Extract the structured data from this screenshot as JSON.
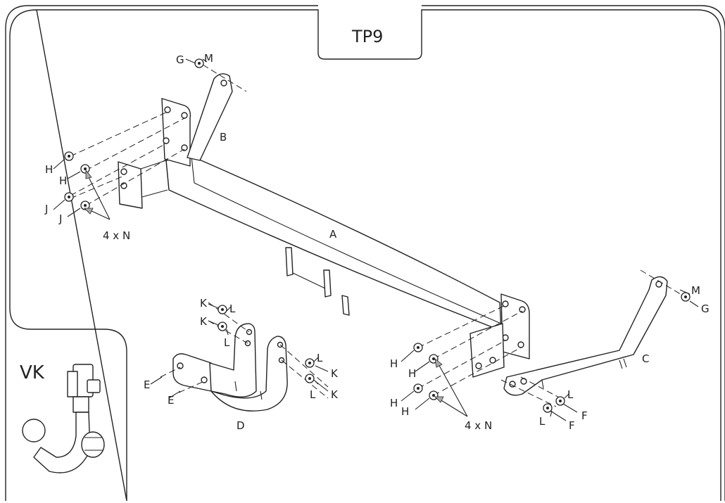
{
  "title": "TP9",
  "inset_label": "VK",
  "parts": {
    "A": "A",
    "B": "B",
    "C": "C",
    "D": "D",
    "E1": "E",
    "E2": "E",
    "F1": "F",
    "F2": "F",
    "G_left": "G",
    "G_right": "G",
    "H1": "H",
    "H2": "H",
    "H3": "H",
    "H4": "H",
    "H5": "H",
    "H6": "H",
    "J1": "J",
    "J2": "J",
    "K1": "K",
    "K2": "K",
    "K3": "K",
    "K4": "K",
    "L1": "L",
    "L2": "L",
    "L3": "L",
    "L4": "L",
    "L5": "L",
    "L6": "L",
    "M_left": "M",
    "M_right": "M"
  },
  "bolt_callouts": {
    "left": "4 x N",
    "right": "4 x N"
  },
  "colors": {
    "line": "#222222",
    "arrow_fill": "#aaaaaa",
    "background": "#ffffff"
  }
}
